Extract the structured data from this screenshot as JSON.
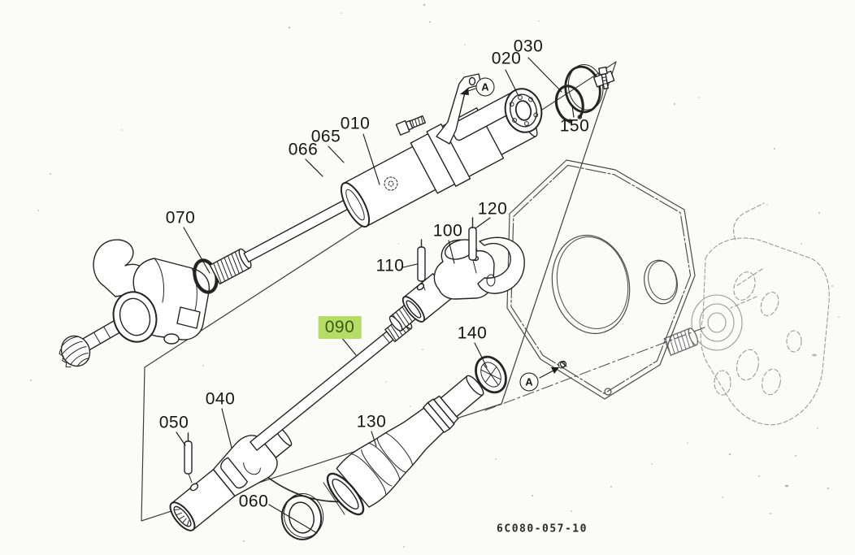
{
  "colors": {
    "paper": "#fbfbf8",
    "ink": "#242424",
    "highlight_bg": "#b5dc64",
    "highlight_text": "#3f5716"
  },
  "callouts": [
    {
      "label": "010"
    },
    {
      "label": "020"
    },
    {
      "label": "030"
    },
    {
      "label": "040"
    },
    {
      "label": "050"
    },
    {
      "label": "060"
    },
    {
      "label": "065"
    },
    {
      "label": "066"
    },
    {
      "label": "070"
    },
    {
      "label": "090"
    },
    {
      "label": "100"
    },
    {
      "label": "110"
    },
    {
      "label": "120"
    },
    {
      "label": "130"
    },
    {
      "label": "140"
    },
    {
      "label": "150"
    }
  ],
  "highlight": {
    "applies_to": "090"
  },
  "reference_marker": {
    "label": "A"
  },
  "footer": {
    "drawing_code": "6C080-057-10"
  }
}
